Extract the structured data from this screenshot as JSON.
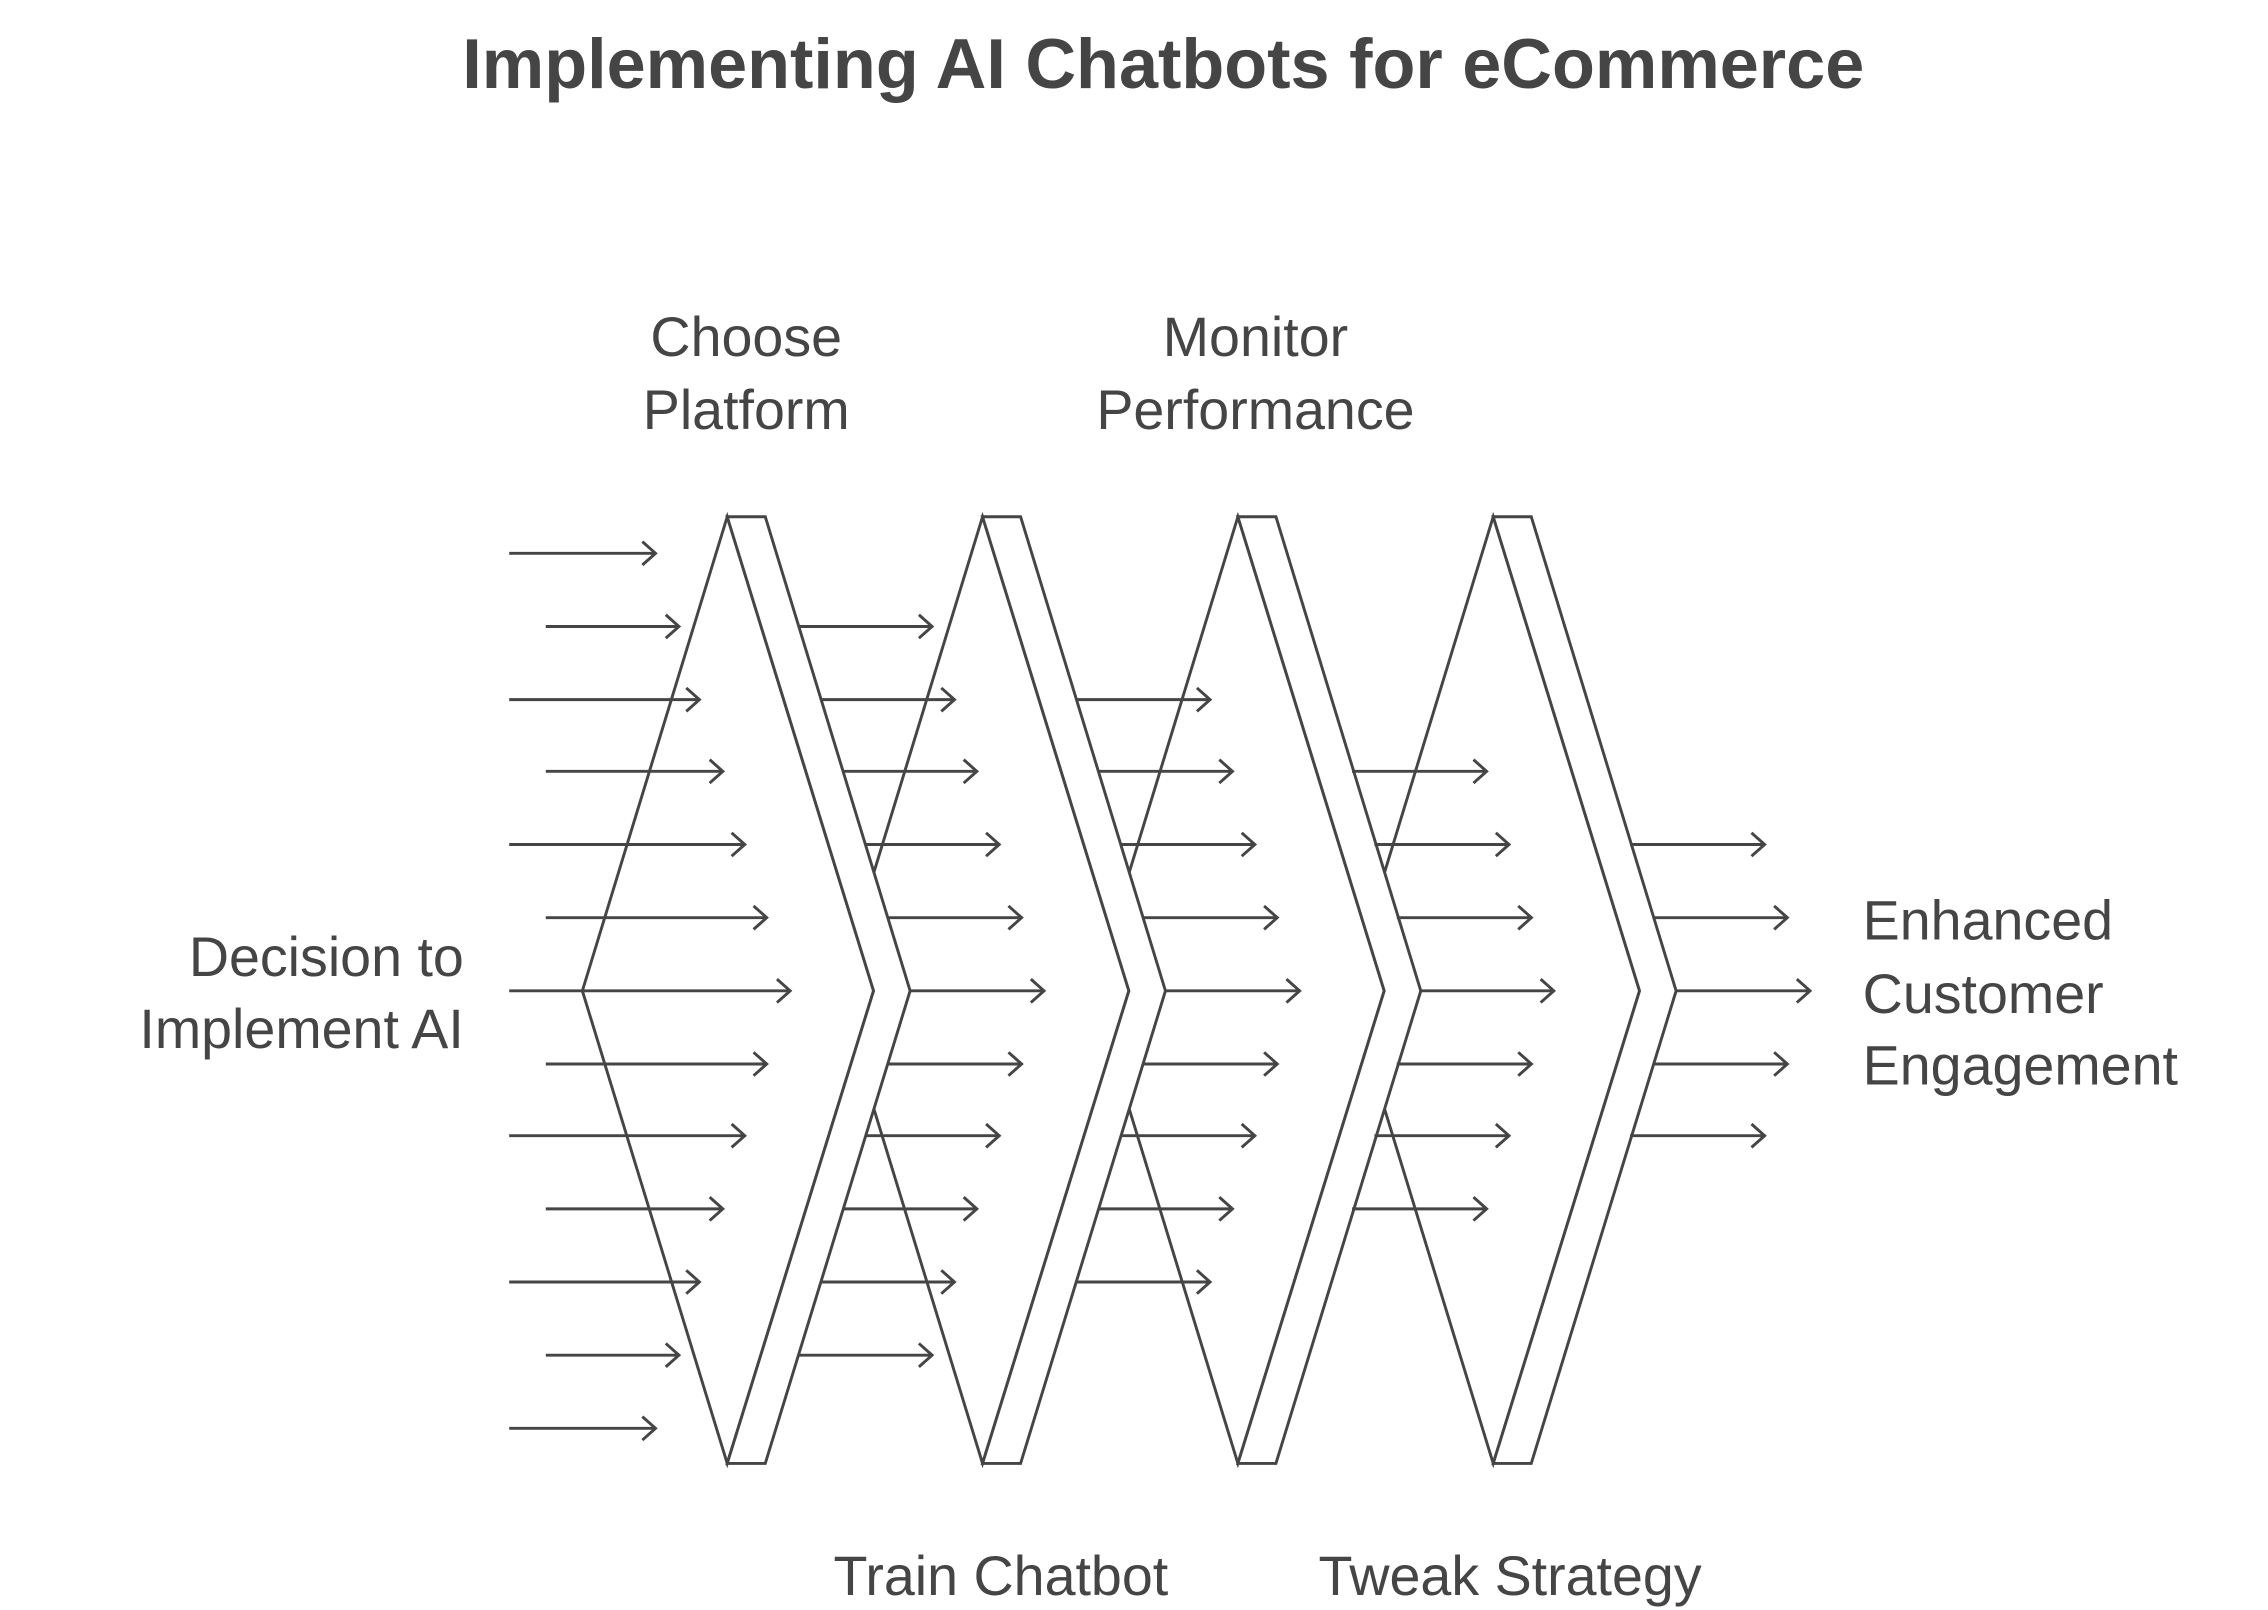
{
  "title": "Implementing AI Chatbots for eCommerce",
  "input_label": [
    "Decision to",
    "Implement AI"
  ],
  "stages": [
    {
      "label": [
        "Choose",
        "Platform"
      ],
      "position": "top"
    },
    {
      "label": [
        "Train Chatbot"
      ],
      "position": "bottom"
    },
    {
      "label": [
        "Monitor",
        "Performance"
      ],
      "position": "top"
    },
    {
      "label": [
        "Tweak Strategy"
      ],
      "position": "bottom"
    }
  ],
  "output_label": [
    "Enhanced",
    "Customer",
    "Engagement"
  ],
  "colors": {
    "stroke": "#454545",
    "text": "#454545",
    "background": "#ffffff"
  }
}
